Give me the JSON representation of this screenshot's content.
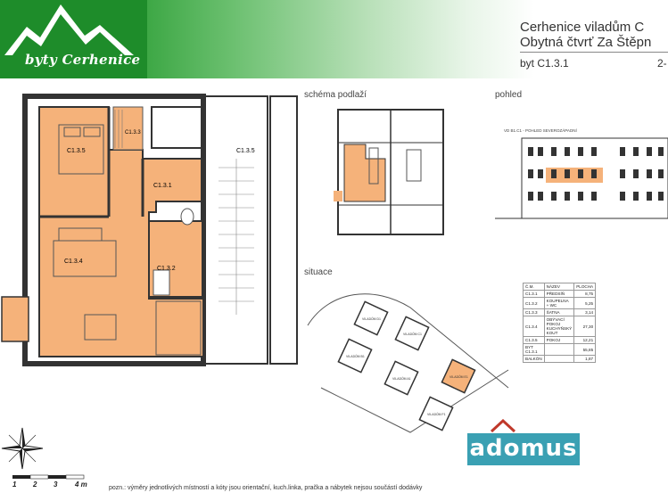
{
  "header": {
    "logo_text": "byty Cerhenice",
    "title_line1": "Cerhenice    viladům C",
    "title_line2": "Obytná čtvrť Za Štěpn",
    "subtitle": "byt C1.3.1",
    "subtitle_right": "2-"
  },
  "colors": {
    "brand_green": "#1e8c2a",
    "room_fill": "#f5b27a",
    "adomus_blue": "#3aa0b3"
  },
  "plan": {
    "rooms": [
      {
        "id": "C1.3.5"
      },
      {
        "id": "C1.3.3"
      },
      {
        "id": "C1.3.1"
      },
      {
        "id": "C1.3.4"
      },
      {
        "id": "C1.3.2"
      },
      {
        "id": "C1.3.5",
        "stair": true
      }
    ]
  },
  "sections": {
    "schema": "schéma podlaží",
    "pohled": "pohled",
    "situace": "situace"
  },
  "pohled": {
    "caption": "VD B1.C1 - POHLED SEVEROZÁPADNÍ"
  },
  "room_table": {
    "headers": [
      "Č.M.",
      "NÁZEV",
      "PLOCHA"
    ],
    "rows": [
      [
        "C1.3.1",
        "PŘEDSÍŇ",
        "8,75"
      ],
      [
        "C1.3.2",
        "KOUPELNA + WC",
        "5,25"
      ],
      [
        "C1.3.3",
        "ŠATNA",
        "3,14"
      ],
      [
        "C1.3.4",
        "OBÝVACÍ POKOJ KUCHYŇSKÝ KOUT",
        "27,30"
      ],
      [
        "C1.3.5",
        "POKOJ",
        "12,21"
      ],
      [
        "BYT C1.3.1",
        "",
        "55,85"
      ],
      [
        "BALKÓN",
        "",
        "1,87"
      ]
    ]
  },
  "site_blocks": [
    "VILADŮM D1",
    "VILADŮM C1",
    "VILADŮM B1",
    "VILADŮM A1",
    "VILADŮM E1",
    "VILADŮM F1"
  ],
  "scale": {
    "labels": [
      "1",
      "2",
      "3",
      "4 m"
    ]
  },
  "note": "pozn.: výměry jednotlivých místností a kóty jsou orientační, kuch.linka, pračka a nábytek nejsou součástí dodávky",
  "brand": {
    "name": "adomus"
  }
}
